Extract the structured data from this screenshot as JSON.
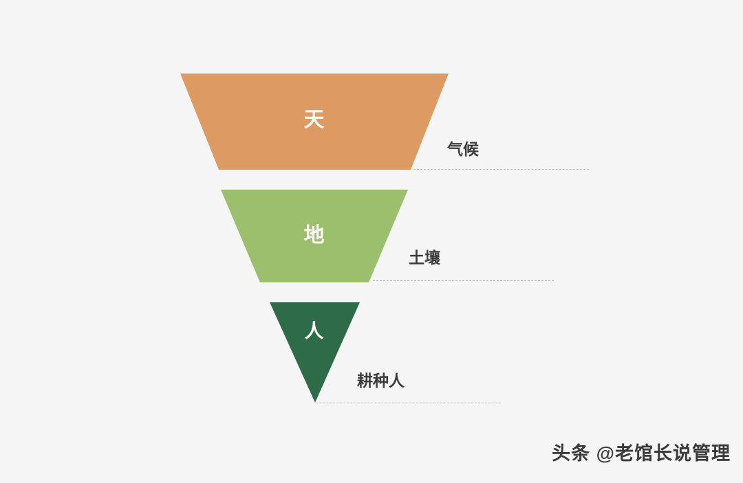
{
  "background_color": "#f5f5f5",
  "watermark": {
    "text": "头条 @老馆长说管理"
  },
  "chart_data": {
    "type": "funnel",
    "title": "",
    "subtitle": "",
    "xlabel": "",
    "ylabel": "",
    "orientation": "inverted-vertical",
    "grid": false,
    "legend": false,
    "categories": [
      "天",
      "地",
      "人"
    ],
    "values": [
      100,
      62,
      31
    ],
    "stages": [
      {
        "label": "天",
        "callout": "气候",
        "color": "#dd9a63",
        "top_width": 390,
        "bottom_width": 279,
        "height": 140
      },
      {
        "label": "地",
        "callout": "土壤",
        "color": "#9cbf6d",
        "top_width": 272,
        "bottom_width": 158,
        "height": 135
      },
      {
        "label": "人",
        "callout": "耕种人",
        "color": "#2e6b49",
        "top_width": 131,
        "bottom_width": 0,
        "height": 146
      }
    ],
    "label_color": "#fdfaf5",
    "callout_color": "#3c3c3c",
    "leader_line_color": "#b9b9b9"
  }
}
